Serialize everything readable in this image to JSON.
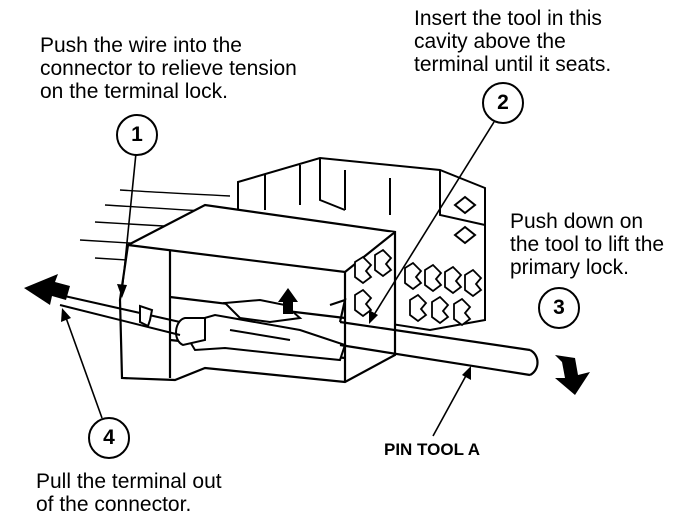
{
  "captions": {
    "step1": "Push the wire into the\nconnector to relieve tension\non the terminal lock.",
    "step2": "Insert the tool in this\ncavity above the\nterminal until it seats.",
    "step3": "Push down on\nthe tool to lift the\nprimary lock.",
    "step4": "Pull the terminal out\nof the connector."
  },
  "callouts": {
    "c1": "1",
    "c2": "2",
    "c3": "3",
    "c4": "4"
  },
  "tool_label": "PIN TOOL A"
}
